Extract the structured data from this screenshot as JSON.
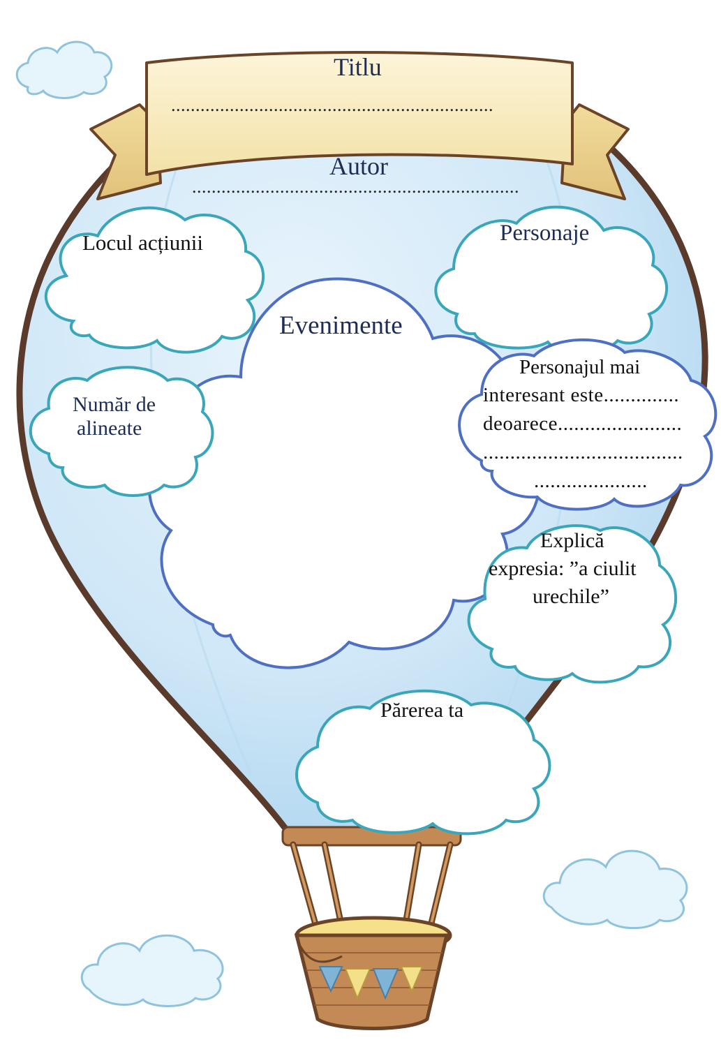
{
  "title_label": "Titlu",
  "title_line": "..................................................................",
  "author_label": "Autor",
  "author_line": "...................................................................",
  "setting_label": "Locul acțiunii",
  "characters_label": "Personaje",
  "events_label": "Evenimente",
  "paragraphs_label_1": "Număr de",
  "paragraphs_label_2": "alineate",
  "favorite": {
    "line1": "Personajul mai",
    "line2": "interesant este..............",
    "line3": "deoarece.......................",
    "line4": ".....................................",
    "line5": "....................."
  },
  "expression": {
    "line1": "Explică",
    "line2": "expresia: ”a ciulit",
    "line3": "urechile”"
  },
  "opinion_label": "Părerea ta",
  "colors": {
    "balloon_fill": "#cfe7f7",
    "balloon_outline": "#5a3b2b",
    "cloud_outline": "#3aa6b9",
    "events_outline": "#4e6fc2",
    "banner_fill": "#fbefc9",
    "basket": "#b77b45"
  }
}
